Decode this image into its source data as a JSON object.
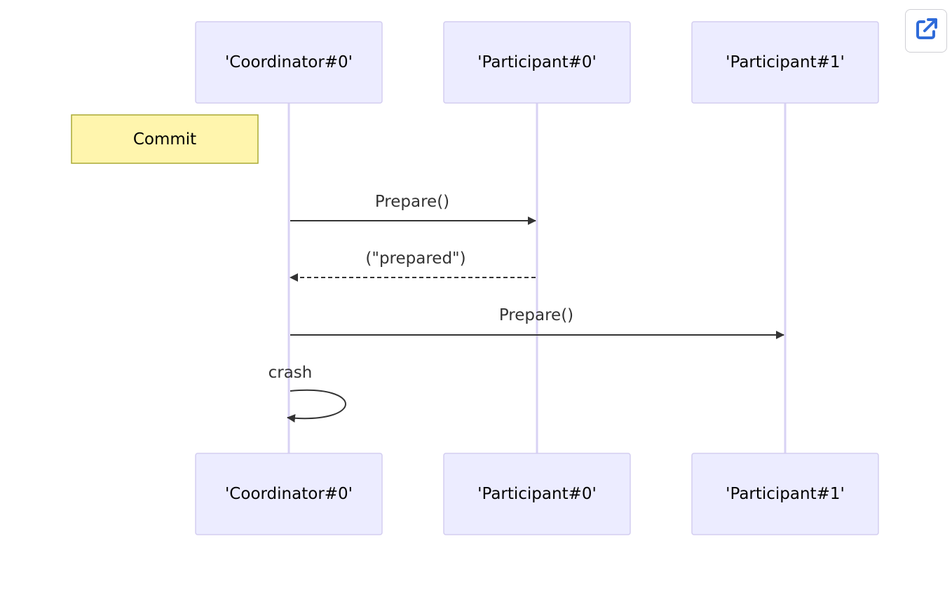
{
  "diagram": {
    "type": "sequence",
    "participants": [
      {
        "id": "coordinator0",
        "label": "'Coordinator#0'"
      },
      {
        "id": "participant0",
        "label": "'Participant#0'"
      },
      {
        "id": "participant1",
        "label": "'Participant#1'"
      }
    ],
    "note": {
      "text": "Commit",
      "position": "left of 'Coordinator#0'"
    },
    "messages": [
      {
        "from": "'Coordinator#0'",
        "to": "'Participant#0'",
        "label": "Prepare()",
        "style": "solid"
      },
      {
        "from": "'Participant#0'",
        "to": "'Coordinator#0'",
        "label": "(\"prepared\")",
        "style": "dotted"
      },
      {
        "from": "'Coordinator#0'",
        "to": "'Participant#1'",
        "label": "Prepare()",
        "style": "solid"
      },
      {
        "from": "'Coordinator#0'",
        "to": "'Coordinator#0'",
        "label": "crash",
        "style": "solid-self"
      }
    ],
    "colors": {
      "actor_fill": "#ececff",
      "actor_border": "#d3cdf0",
      "lifeline": "#d8d2f4",
      "note_fill": "#fff5ad",
      "note_border": "#aaaa33",
      "message": "#333333"
    }
  },
  "toolbar": {
    "open_external_icon": "external-link-icon",
    "accent": "#2f6bd9"
  }
}
